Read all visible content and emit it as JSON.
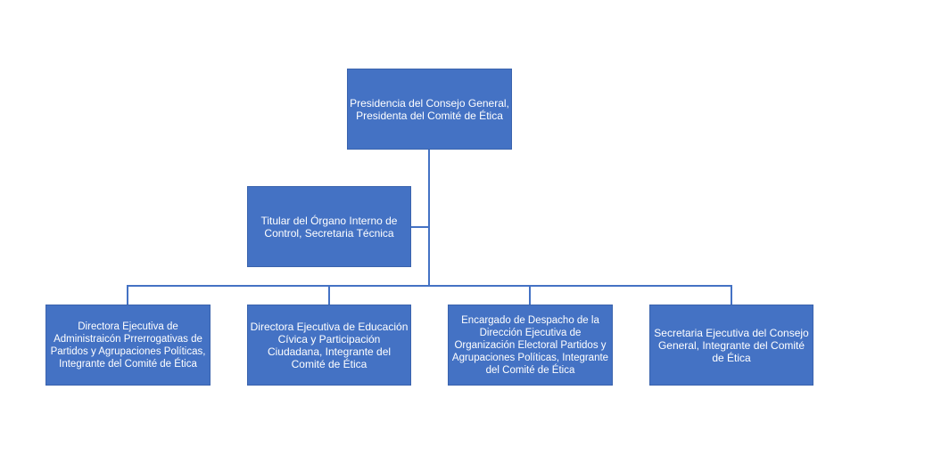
{
  "colors": {
    "box_fill": "#4472c4",
    "connector": "#4472c4",
    "text": "#ffffff"
  },
  "nodes": {
    "top": "Presidencia del Consejo General, Presidenta del Comité de Ética",
    "assistant": "Titular del Órgano Interno de Control, Secretaria Técnica",
    "children": [
      "Directora Ejecutiva de Administraicón Prrerrogativas de Partidos y Agrupaciones Políticas, Integrante del Comité de Ética",
      "Directora Ejecutiva de Educación Cívica y Participación Ciudadana, Integrante del Comité de Ética",
      "Encargado de Despacho de la Dirección Ejecutiva de Organización Electoral Partidos y Agrupaciones Políticas, Integrante del Comité de Ética",
      "Secretaria Ejecutiva del Consejo General, Integrante del Comité de Ética"
    ]
  }
}
